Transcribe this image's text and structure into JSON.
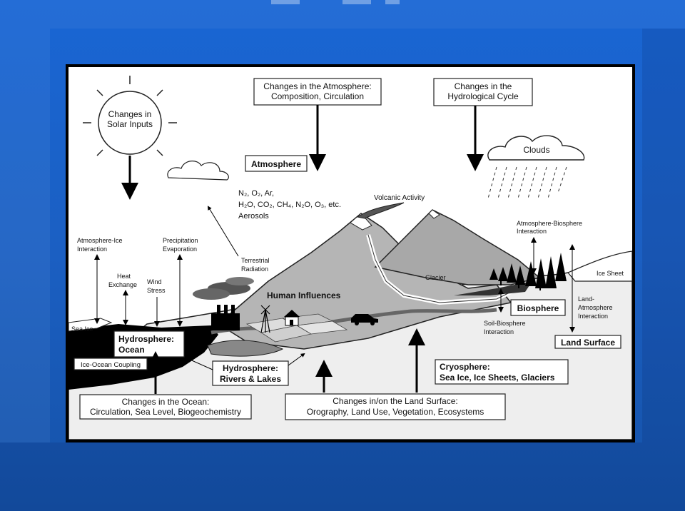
{
  "diagram": {
    "solar": {
      "line1": "Changes in",
      "line2": "Solar Inputs"
    },
    "atm_changes": {
      "line1": "Changes in the Atmosphere:",
      "line2": "Composition, Circulation"
    },
    "hydro_changes": {
      "line1": "Changes in the",
      "line2": "Hydrological Cycle"
    },
    "clouds": "Clouds",
    "atmosphere": "Atmosphere",
    "gases": {
      "line1": "N₂, O₂, Ar,",
      "line2": "H₂O, CO₂, CH₄, N₂O, O₃, etc.",
      "line3": "Aerosols"
    },
    "volcanic": "Volcanic Activity",
    "atm_bio": {
      "line1": "Atmosphere-Biosphere",
      "line2": "Interaction"
    },
    "atm_ice": {
      "line1": "Atmosphere-Ice",
      "line2": "Interaction"
    },
    "precip": {
      "line1": "Precipitation",
      "line2": "Evaporation"
    },
    "terrestrial": {
      "line1": "Terrestrial",
      "line2": "Radiation"
    },
    "heat": {
      "line1": "Heat",
      "line2": "Exchange"
    },
    "wind": {
      "line1": "Wind",
      "line2": "Stress"
    },
    "glacier": "Glacier",
    "ice_sheet": "Ice Sheet",
    "human": "Human Influences",
    "sea_ice": "Sea Ice",
    "hydro_ocean": {
      "line1": "Hydrosphere:",
      "line2": "Ocean"
    },
    "biosphere": "Biosphere",
    "land_atm": {
      "line1": "Land-",
      "line2": "Atmosphere",
      "line3": "Interaction"
    },
    "soil_bio": {
      "line1": "Soil-Biosphere",
      "line2": "Interaction"
    },
    "land_surface": "Land Surface",
    "ice_ocean": "Ice-Ocean Coupling",
    "hydro_rivers": {
      "line1": "Hydrosphere:",
      "line2": "Rivers & Lakes"
    },
    "cryosphere": {
      "line1": "Cryosphere:",
      "line2": "Sea Ice, Ice Sheets, Glaciers"
    },
    "ocean_changes": {
      "line1": "Changes in the Ocean:",
      "line2": "Circulation, Sea Level, Biogeochemistry"
    },
    "land_changes": {
      "line1": "Changes in/on the Land Surface:",
      "line2": "Orography, Land Use, Vegetation, Ecosystems"
    }
  }
}
